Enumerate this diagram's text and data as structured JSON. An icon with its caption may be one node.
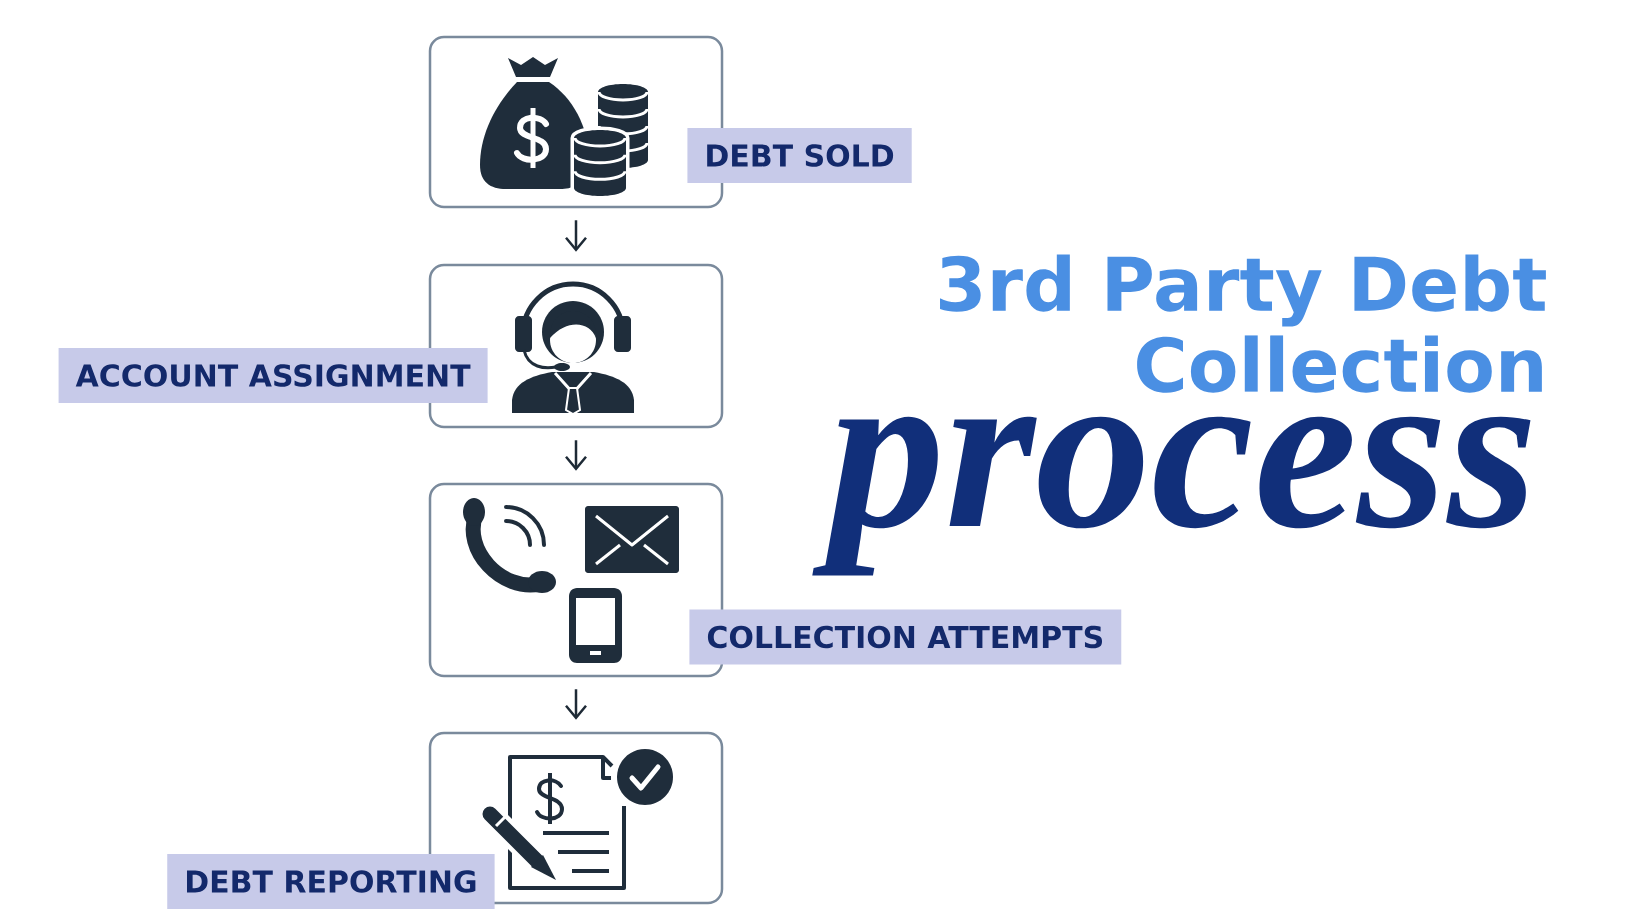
{
  "diagram": {
    "title": "3rd Party Debt Collection",
    "nodes": [
      {
        "text": [
          "DEBT SOLD"
        ]
      },
      {
        "text": [
          "ACCOUNT ASSIGNMENT"
        ]
      },
      {
        "text": [
          "COLLECTION ATTEMPTS"
        ]
      },
      {
        "text": [
          "DEBT REPORTING"
        ]
      }
    ],
    "edges": [
      {
        "from": 0,
        "to": 1,
        "arrow": "to"
      },
      {
        "from": 1,
        "to": 2,
        "arrow": "to"
      },
      {
        "from": 2,
        "to": 3,
        "arrow": "to"
      }
    ],
    "labels": [
      "process"
    ]
  }
}
